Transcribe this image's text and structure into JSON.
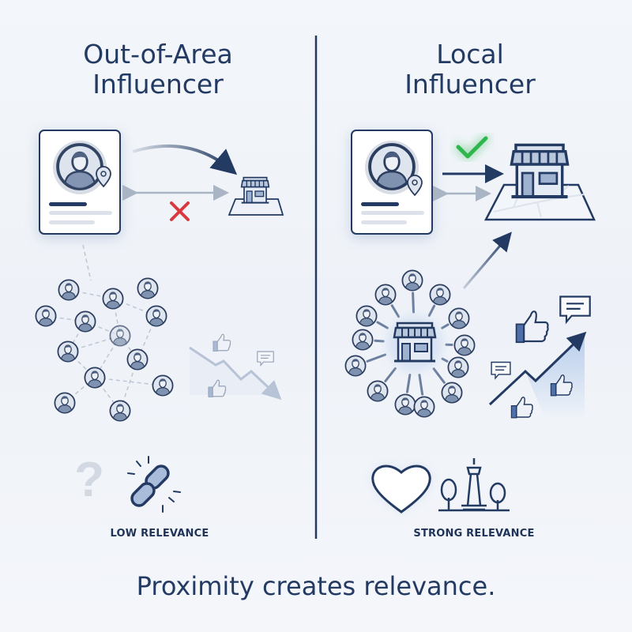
{
  "left": {
    "title_line1": "Out-of-Area",
    "title_line2": "Influencer",
    "relevance_label": "LOW RELEVANCE",
    "icons": [
      "profile-card",
      "curved-arrow",
      "double-arrow",
      "red-x",
      "store",
      "dispersed-network",
      "down-trend",
      "question-mark",
      "broken-chain"
    ]
  },
  "right": {
    "title_line1": "Local",
    "title_line2": "Influencer",
    "relevance_label": "STRONG RELEVANCE",
    "icons": [
      "profile-card",
      "green-check",
      "arrow",
      "double-arrow",
      "store-on-map",
      "community-ring",
      "up-trend",
      "heart",
      "landmark-tower",
      "trees"
    ]
  },
  "tagline": "Proximity creates relevance.",
  "colors": {
    "navy": "#233a63",
    "red": "#d9393e",
    "green": "#2fb54d",
    "grey": "#a9b4c4",
    "background": "#eef2f8"
  }
}
